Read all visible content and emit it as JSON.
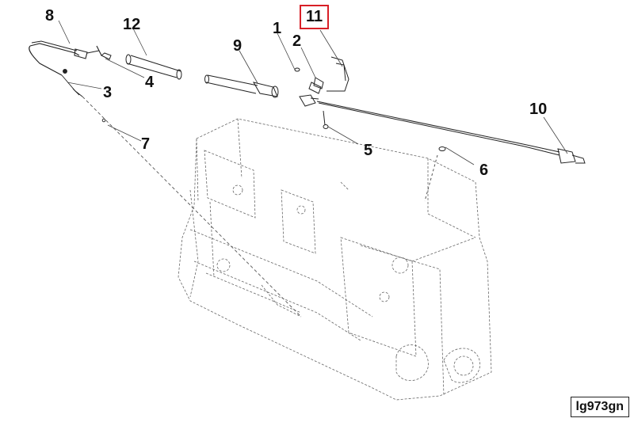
{
  "callouts": {
    "c1": "1",
    "c2": "2",
    "c3": "3",
    "c4": "4",
    "c5": "5",
    "c6": "6",
    "c7": "7",
    "c8": "8",
    "c9": "9",
    "c10": "10",
    "c11": "11",
    "c12": "12"
  },
  "highlighted_callout": "11",
  "highlight_color": "#d81f26",
  "reference_code": "lg973gn"
}
